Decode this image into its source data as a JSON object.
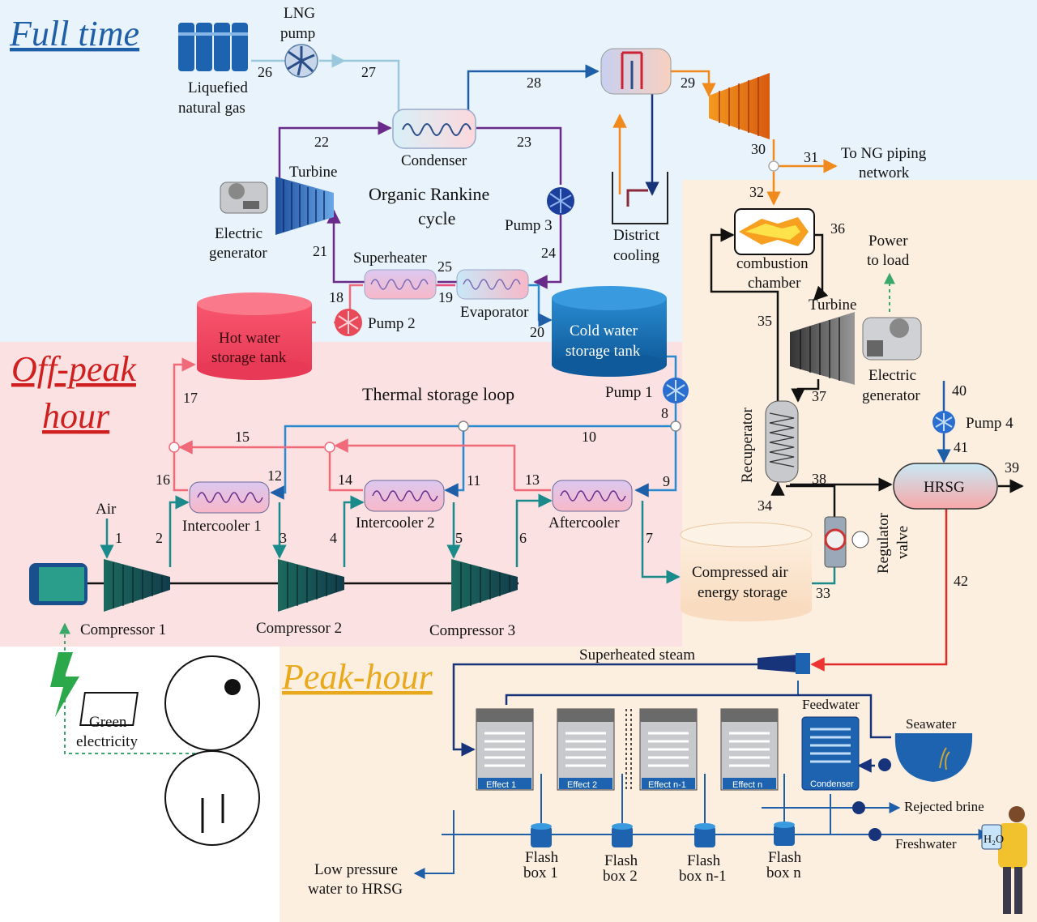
{
  "regions": {
    "full_time": "Full time",
    "off_peak": [
      "Off-peak",
      "hour"
    ],
    "peak": "Peak-hour"
  },
  "colors": {
    "full_time_bg": "#e8f3fb",
    "off_peak_bg": "#fbe1e1",
    "peak_bg": "#fdefdf",
    "full_time_text": "#1f5fa8",
    "off_peak_text": "#d01f1f",
    "peak_text": "#e8a91c"
  },
  "labels": {
    "lng_tank": [
      "Liquefied",
      "natural gas"
    ],
    "lng_pump": [
      "LNG",
      "pump"
    ],
    "condenser": "Condenser",
    "turbine_orc": "Turbine",
    "electric_generator_orc": [
      "Electric",
      "generator"
    ],
    "orc": [
      "Organic Rankine",
      "cycle"
    ],
    "pump3": "Pump 3",
    "superheater": "Superheater",
    "evaporator": "Evaporator",
    "pump2": "Pump 2",
    "hot_tank": [
      "Hot water",
      "storage tank"
    ],
    "cold_tank": [
      "Cold water",
      "storage tank"
    ],
    "pump1": "Pump 1",
    "district_cooling": [
      "District",
      "cooling"
    ],
    "ng_network": [
      "To NG piping",
      "network"
    ],
    "combustion": [
      "combustion",
      "chamber"
    ],
    "power_load": [
      "Power",
      "to load"
    ],
    "turbine_gt": "Turbine",
    "electric_generator_gt": [
      "Electric",
      "generator"
    ],
    "thermal_loop": "Thermal storage loop",
    "recuperator": "Recuperator",
    "pump4": "Pump 4",
    "hrsg": "HRSG",
    "air": "Air",
    "intercooler1": "Intercooler 1",
    "intercooler2": "Intercooler 2",
    "aftercooler": "Aftercooler",
    "caes": [
      "Compressed air",
      "energy storage"
    ],
    "regulator": [
      "Regulator",
      "valve"
    ],
    "compressor1": "Compressor 1",
    "compressor2": "Compressor 2",
    "compressor3": "Compressor 3",
    "green": [
      "Green",
      "electricity"
    ],
    "superheated_steam": "Superheated steam",
    "feedwater": "Feedwater",
    "seawater": "Seawater",
    "condenser_med": "Condenser",
    "rejected_brine": "Rejected brine",
    "freshwater": "Freshwater",
    "low_pressure": [
      "Low pressure",
      "water to HRSG"
    ],
    "effects": [
      "Effect 1",
      "Effect 2",
      "Effect n-1",
      "Effect n"
    ],
    "flash": [
      [
        "Flash",
        "box 1"
      ],
      [
        "Flash",
        "box 2"
      ],
      [
        "Flash",
        "box n-1"
      ],
      [
        "Flash",
        "box n"
      ]
    ],
    "h2o": "H₂O"
  },
  "stream_numbers": [
    "1",
    "2",
    "3",
    "4",
    "5",
    "6",
    "7",
    "8",
    "9",
    "10",
    "11",
    "12",
    "13",
    "14",
    "15",
    "16",
    "17",
    "18",
    "19",
    "20",
    "21",
    "22",
    "23",
    "24",
    "25",
    "26",
    "27",
    "28",
    "29",
    "30",
    "31",
    "32",
    "33",
    "34",
    "35",
    "36",
    "37",
    "38",
    "39",
    "40",
    "41",
    "42"
  ]
}
